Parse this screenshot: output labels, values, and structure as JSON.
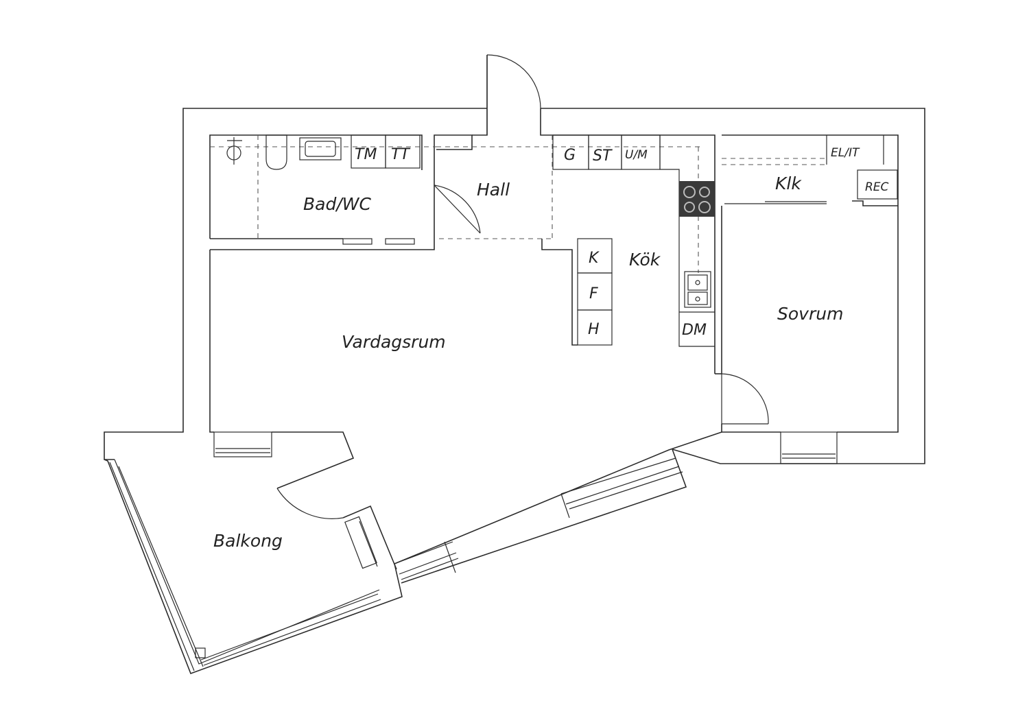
{
  "rooms": {
    "bad_wc": "Bad/WC",
    "hall": "Hall",
    "kok": "Kök",
    "klk": "Klk",
    "sovrum": "Sovrum",
    "vardagsrum": "Vardagsrum",
    "balkong": "Balkong"
  },
  "fixtures": {
    "tm": "TM",
    "tt": "TT",
    "g": "G",
    "st": "ST",
    "um": "U/M",
    "el_it": "EL/IT",
    "rec": "REC",
    "k": "K",
    "f": "F",
    "h": "H",
    "dm": "DM"
  },
  "colors": {
    "line": "#2b2b2b",
    "stove": "#3a3a3a"
  }
}
